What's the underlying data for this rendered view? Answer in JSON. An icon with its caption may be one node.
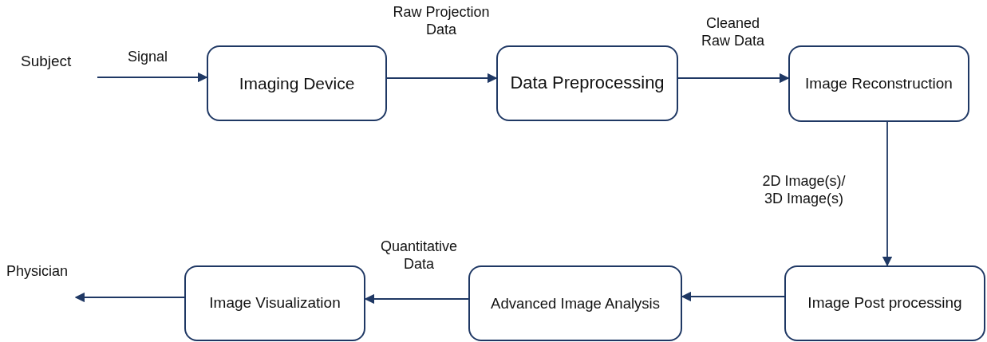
{
  "diagram": {
    "nodes": [
      {
        "text": [
          "Subject"
        ]
      },
      {
        "text": [
          "Imaging Device"
        ]
      },
      {
        "text": [
          "Data Preprocessing"
        ]
      },
      {
        "text": [
          "Image Reconstruction"
        ]
      },
      {
        "text": [
          "Physician"
        ]
      },
      {
        "text": [
          "Image Visualization"
        ]
      },
      {
        "text": [
          "Advanced Image Analysis"
        ]
      },
      {
        "text": [
          "Image Post processing"
        ]
      }
    ],
    "edges": [
      {
        "from": 0,
        "to": 1,
        "arrow": "to",
        "label": "Signal"
      },
      {
        "from": 1,
        "to": 2,
        "arrow": "to",
        "label": "Raw Projection Data"
      },
      {
        "from": 2,
        "to": 3,
        "arrow": "to",
        "label": "Cleaned Raw Data"
      },
      {
        "from": 3,
        "to": 7,
        "arrow": "to",
        "label": "2D Image(s)/ 3D Image(s)"
      },
      {
        "from": 7,
        "to": 6,
        "arrow": "to"
      },
      {
        "from": 6,
        "to": 5,
        "arrow": "to",
        "label": "Quantitative Data"
      },
      {
        "from": 5,
        "to": 4,
        "arrow": "to"
      }
    ]
  }
}
